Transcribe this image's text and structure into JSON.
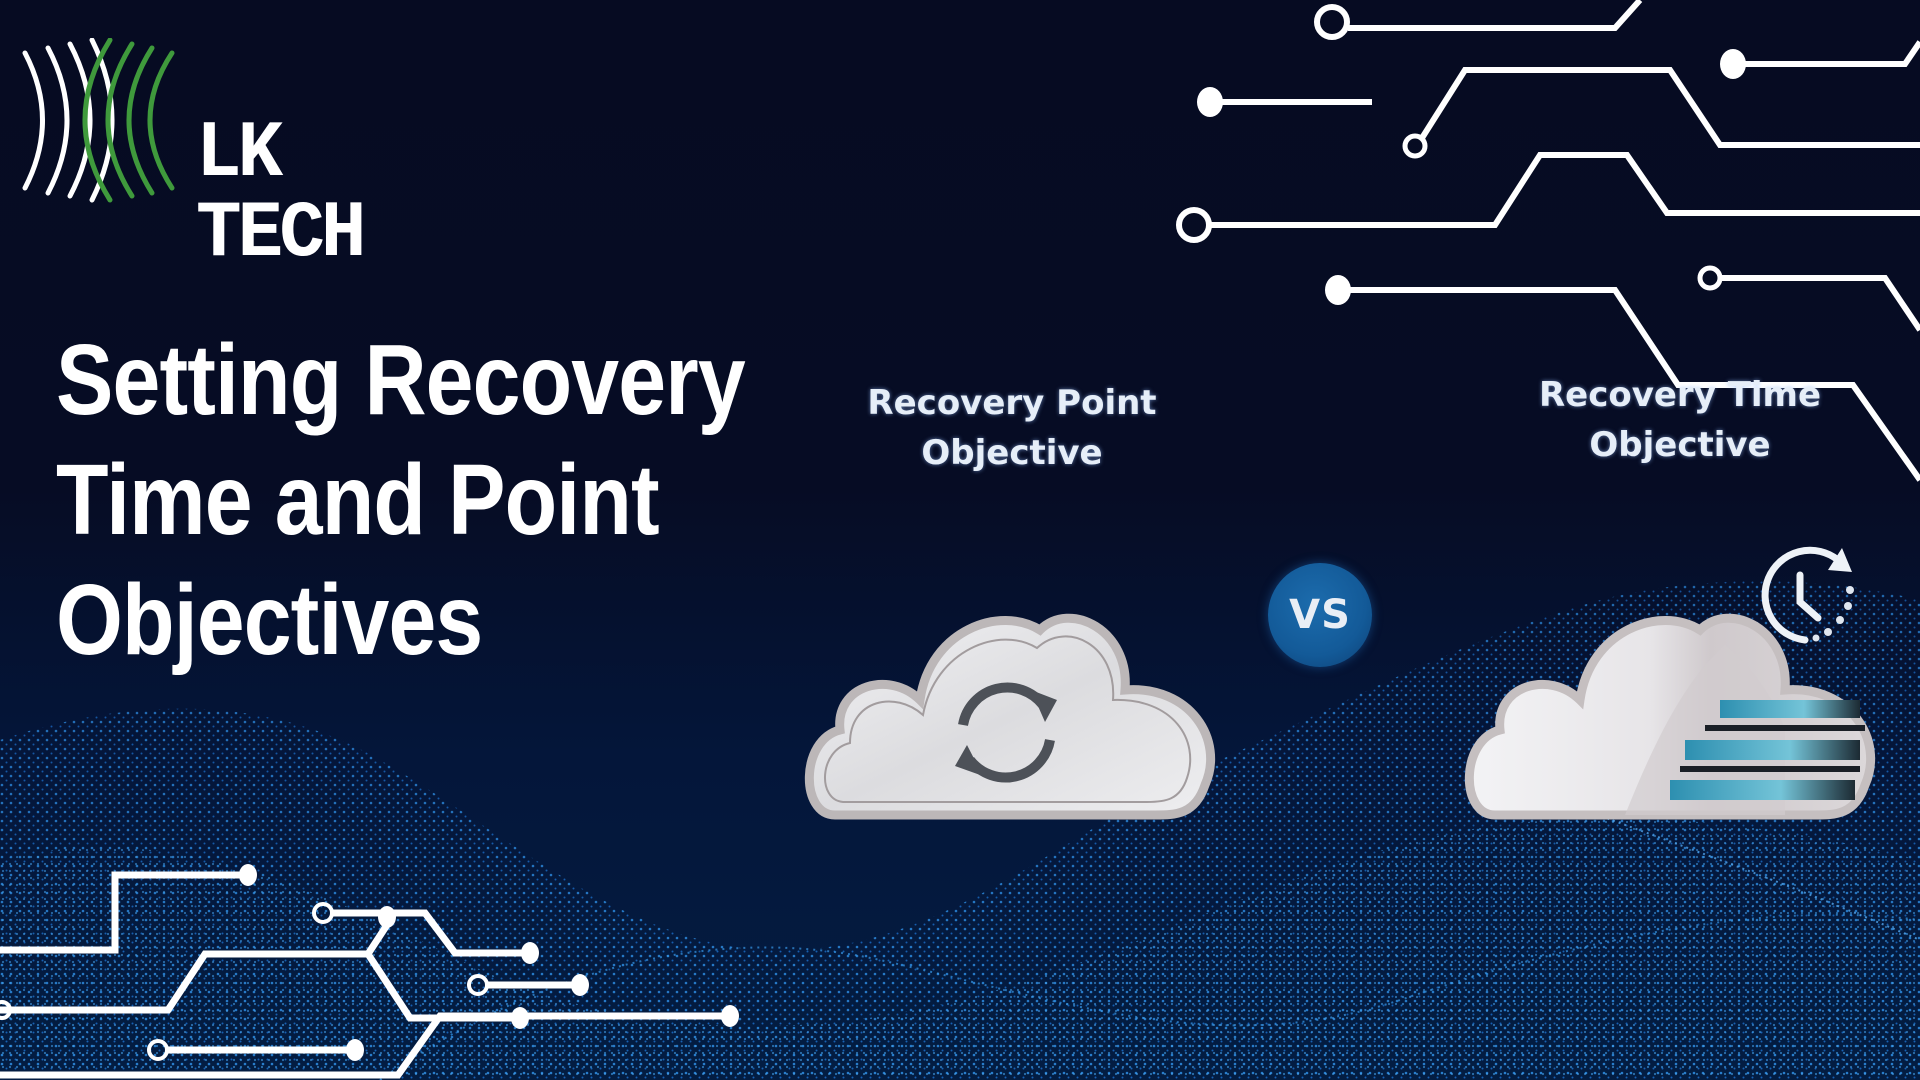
{
  "brand": {
    "name": "LK TECH",
    "logo_icon": "concentric-arcs-logo-icon",
    "colors": {
      "arc_white": "#ffffff",
      "arc_green": "#3f9a3c"
    }
  },
  "title": {
    "lines": [
      "Setting Recovery",
      "Time and Point",
      "Objectives"
    ]
  },
  "comparison": {
    "left": {
      "label_lines": [
        "Recovery Point",
        "Objective"
      ],
      "icon": "cloud-sync-icon"
    },
    "vs_label": "VS",
    "right": {
      "label_lines": [
        "Recovery Time",
        "Objective"
      ],
      "icon": "cloud-server-icon",
      "badge_icon": "clock-refresh-icon"
    }
  },
  "decor": {
    "top_right": "circuit-lines",
    "bottom_left": "circuit-lines",
    "bottom": "particle-wave"
  },
  "colors": {
    "background_top": "#060b22",
    "background_bottom": "#031d42",
    "vs_badge": "#135a98",
    "wave_dots": "#2a8fe8",
    "text": "#ffffff"
  }
}
